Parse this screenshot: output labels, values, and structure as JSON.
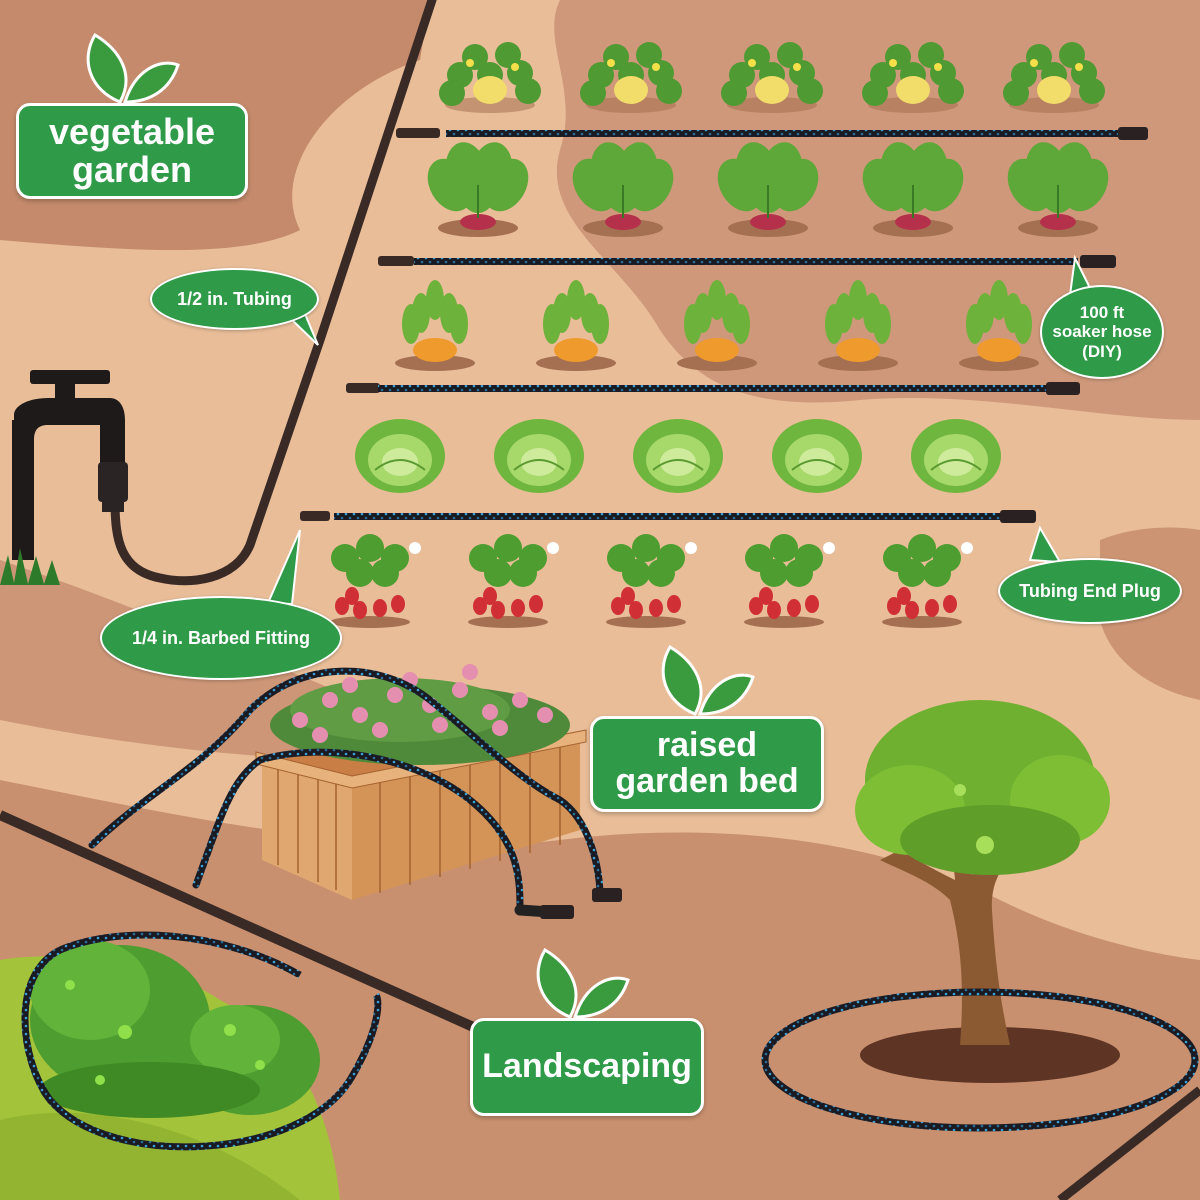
{
  "section_titles": {
    "vegetable_garden": "vegetable garden",
    "raised_garden_bed": "raised garden bed",
    "landscaping": "Landscaping"
  },
  "callouts": {
    "half_inch_tubing": "1/2 in. Tubing",
    "soaker_hose": "100 ft soaker hose (DIY)",
    "tubing_end_plug": "Tubing End Plug",
    "barbed_fitting": "1/4 in. Barbed Fitting"
  },
  "garden_rows": [
    {
      "crop": "melon",
      "count": 5
    },
    {
      "crop": "beet",
      "count": 5
    },
    {
      "crop": "carrot",
      "count": 5
    },
    {
      "crop": "cabbage",
      "count": 5
    },
    {
      "crop": "strawberry",
      "count": 5
    }
  ],
  "icons": [
    "leaf-icon",
    "faucet-icon",
    "tree-icon",
    "bush-icon",
    "planter-box-icon"
  ],
  "colors": {
    "label_green": "#2f9a48",
    "ground_light": "#e8bd98",
    "ground_dark": "#c98e6e",
    "tubing_dark": "#3a2a26",
    "soaker_blue": "#3aa0d8",
    "lawn_green": "#a3c43a"
  }
}
